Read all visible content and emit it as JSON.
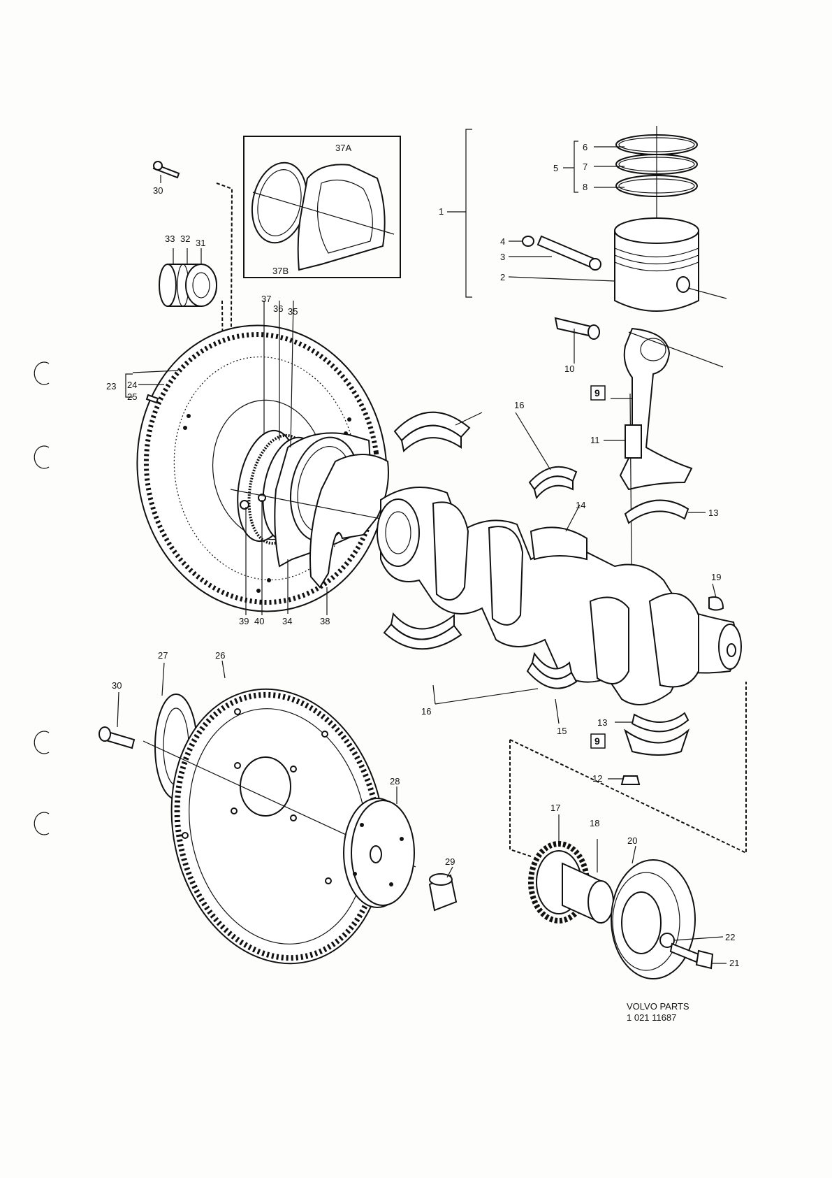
{
  "labels": {
    "l1": "1",
    "l2": "2",
    "l3": "3",
    "l4": "4",
    "l5": "5",
    "l6": "6",
    "l7": "7",
    "l8": "8",
    "l9a": "9",
    "l9b": "9",
    "l10": "10",
    "l11": "11",
    "l12": "12",
    "l13a": "13",
    "l13b": "13",
    "l14": "14",
    "l15": "15",
    "l16a": "16",
    "l16b": "16",
    "l17": "17",
    "l18": "18",
    "l19": "19",
    "l20": "20",
    "l21": "21",
    "l22": "22",
    "l23": "23",
    "l24": "24",
    "l25": "25",
    "l26": "26",
    "l27": "27",
    "l28": "28",
    "l29": "29",
    "l30a": "30",
    "l30b": "30",
    "l31": "31",
    "l32": "32",
    "l33": "33",
    "l34": "34",
    "l35": "35",
    "l36": "36",
    "l37": "37",
    "l37a": "37A",
    "l37b": "37B",
    "l38": "38",
    "l39": "39",
    "l40": "40"
  },
  "footer": {
    "brand": "VOLVO PARTS",
    "code": "1 021 11687"
  }
}
